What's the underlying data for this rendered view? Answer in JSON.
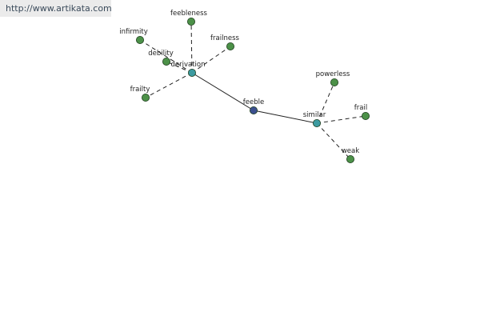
{
  "source_link": "http://www.artikata.com",
  "colors": {
    "center": "#3b4f8e",
    "relation": "#3c9aa0",
    "word": "#4c9148"
  },
  "graph": {
    "center": "feeble",
    "relations": [
      {
        "label": "derivation",
        "words": [
          "feebleness",
          "frailness",
          "infirmity",
          "debility",
          "frailty"
        ]
      },
      {
        "label": "similar",
        "words": [
          "powerless",
          "frail",
          "weak"
        ]
      }
    ]
  }
}
